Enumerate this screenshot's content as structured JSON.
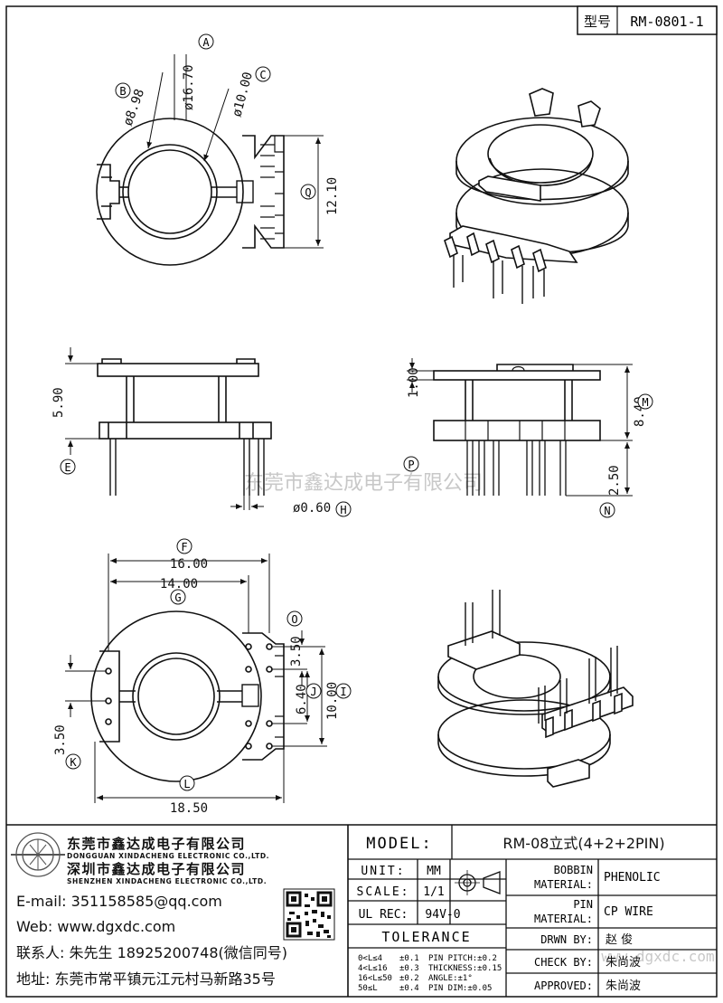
{
  "header": {
    "model_label": "型号",
    "model_value": "RM-0801-1"
  },
  "callouts": {
    "A": "A",
    "B": "B",
    "C": "C",
    "Q": "Q",
    "E": "E",
    "H": "H",
    "P": "P",
    "M": "M",
    "N": "N",
    "F": "F",
    "G": "G",
    "O": "O",
    "I": "I",
    "J": "J",
    "K": "K",
    "L": "L"
  },
  "dims": {
    "d1670": "ø16.70",
    "d898": "ø8.98",
    "d1000": "ø10.00",
    "v1210": "12.10",
    "v590": "5.90",
    "v100": "1.00",
    "v840": "8.40",
    "v250": "2.50",
    "d060": "ø0.60",
    "h1600": "16.00",
    "h1400": "14.00",
    "v350a": "3.50",
    "v640": "6.40",
    "v1000": "10.00",
    "v350b": "3.50",
    "h1850": "18.50"
  },
  "watermark": "东莞市鑫达成电子有限公司",
  "watermark_small": "www.dgxdc.com",
  "company": {
    "name1": "东莞市鑫达成电子有限公司",
    "name1_en": "DONGGUAN XINDACHENG ELECTRONIC CO.,LTD.",
    "name2": "深圳市鑫达成电子有限公司",
    "name2_en": "SHENZHEN XINDACHENG ELECTRONIC CO.,LTD.",
    "email": "E-mail: 351158585@qq.com",
    "web": "Web: www.dgxdc.com",
    "contact": "联系人: 朱先生 18925200748(微信同号)",
    "address": "地址: 东莞市常平镇元江元村马新路35号"
  },
  "title_block": {
    "model_label": "MODEL:",
    "model_value": "RM-08立式(4+2+2PIN)",
    "unit_label": "UNIT:",
    "unit_value": "MM",
    "scale_label": "SCALE:",
    "scale_value": "1/1",
    "ulrec_label": "UL REC:",
    "ulrec_value": "94V-0",
    "tolerance_label": "TOLERANCE",
    "tol_rows": [
      [
        "0<L≤4",
        "±0.1",
        "PIN PITCH:±0.2"
      ],
      [
        "4<L≤16",
        "±0.3",
        "THICKNESS:±0.15"
      ],
      [
        "16<L≤50",
        "±0.2",
        "ANGLE:±1°"
      ],
      [
        "50≤L",
        "±0.4",
        "PIN DIM:±0.05"
      ]
    ],
    "bobbin_label1": "BOBBIN",
    "bobbin_label2": "MATERIAL:",
    "bobbin_value": "PHENOLIC",
    "pin_label1": "PIN",
    "pin_label2": "MATERIAL:",
    "pin_value": "CP WIRE",
    "drwn_label": "DRWN BY:",
    "drwn_value": "赵 俊",
    "check_label": "CHECK BY:",
    "check_value": "朱尚波",
    "approved_label": "APPROVED:",
    "approved_value": "朱尚波"
  }
}
